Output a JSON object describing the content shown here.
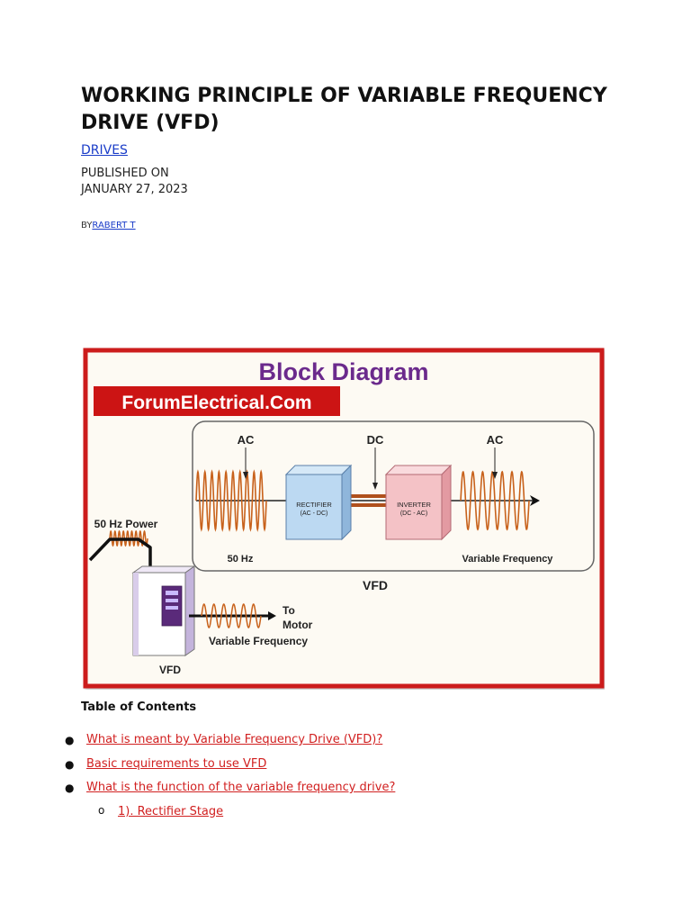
{
  "article": {
    "title": "WORKING PRINCIPLE OF VARIABLE FREQUENCY DRIVE (VFD)",
    "category": "DRIVES",
    "published_label": "PUBLISHED ON",
    "published_date": "JANUARY 27, 2023",
    "by_prefix": "BY",
    "author": "RABERT T"
  },
  "diagram": {
    "title": "Block Diagram",
    "brand": "ForumElectrical.Com",
    "ac_in": "AC",
    "dc": "DC",
    "ac_out": "AC",
    "rectifier": "RECTIFIER",
    "rectifier_sub": "(AC - DC)",
    "inverter": "INVERTER",
    "inverter_sub": "(DC - AC)",
    "hz50": "50 Hz",
    "var_freq": "Variable Frequency",
    "vfd_label": "VFD",
    "power": "50 Hz Power",
    "to": "To",
    "motor": "Motor",
    "var_freq2": "Variable Frequency",
    "vfd_label2": "VFD",
    "colors": {
      "frame": "#cc1a1a",
      "title": "#6b2a8c",
      "wave": "#c8621c",
      "rectifier": "#bcd9f2",
      "inverter": "#f4c2c6"
    }
  },
  "toc": {
    "heading": "Table of Contents",
    "items": [
      "What is meant by Variable Frequency Drive (VFD)?",
      "Basic requirements to use VFD",
      "What is the function of the variable frequency drive?"
    ],
    "subitems": [
      "1). Rectifier Stage"
    ]
  }
}
